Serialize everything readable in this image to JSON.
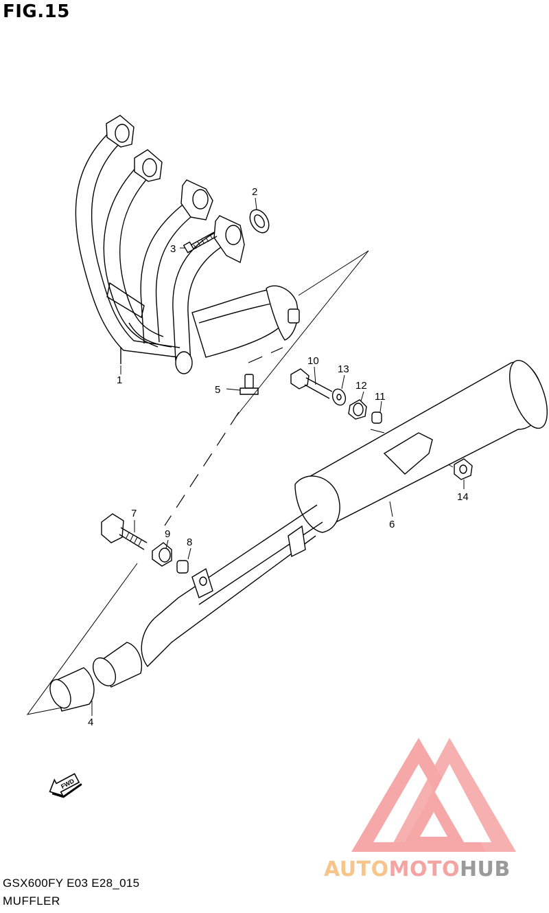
{
  "figure": {
    "title": "FIG.15",
    "model_code": "GSX600FY E03 E28_015",
    "name": "MUFFLER"
  },
  "callouts": [
    {
      "id": "1",
      "label": "1",
      "part": "exhaust pipe"
    },
    {
      "id": "2",
      "label": "2",
      "part": "gasket"
    },
    {
      "id": "3",
      "label": "3",
      "part": "stud bolt"
    },
    {
      "id": "4",
      "label": "4",
      "part": "connector"
    },
    {
      "id": "5",
      "label": "5",
      "part": "bolt"
    },
    {
      "id": "6",
      "label": "6",
      "part": "muffler"
    },
    {
      "id": "7",
      "label": "7",
      "part": "bolt"
    },
    {
      "id": "8",
      "label": "8",
      "part": "spacer"
    },
    {
      "id": "9",
      "label": "9",
      "part": "cushion"
    },
    {
      "id": "10",
      "label": "10",
      "part": "bolt"
    },
    {
      "id": "11",
      "label": "11",
      "part": "spacer"
    },
    {
      "id": "12",
      "label": "12",
      "part": "cushion"
    },
    {
      "id": "13",
      "label": "13",
      "part": "washer"
    },
    {
      "id": "14",
      "label": "14",
      "part": "nut"
    }
  ],
  "direction_indicator": {
    "text": "FWD",
    "icon": "forward-arrow-icon"
  },
  "watermark": {
    "text_parts": [
      "AUTO",
      "MOTO",
      "HUB"
    ],
    "colors": {
      "auto": "#f7c489",
      "moto": "#f6a3a3",
      "hub": "#9a9a9a",
      "logo": "#f6a3a3"
    }
  }
}
